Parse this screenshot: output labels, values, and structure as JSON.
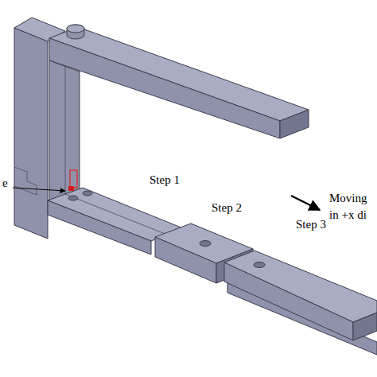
{
  "diagram": {
    "labels": [
      "e",
      "Step 1",
      "Moving",
      "Step 2",
      "in +x di",
      "Step 3"
    ]
  }
}
